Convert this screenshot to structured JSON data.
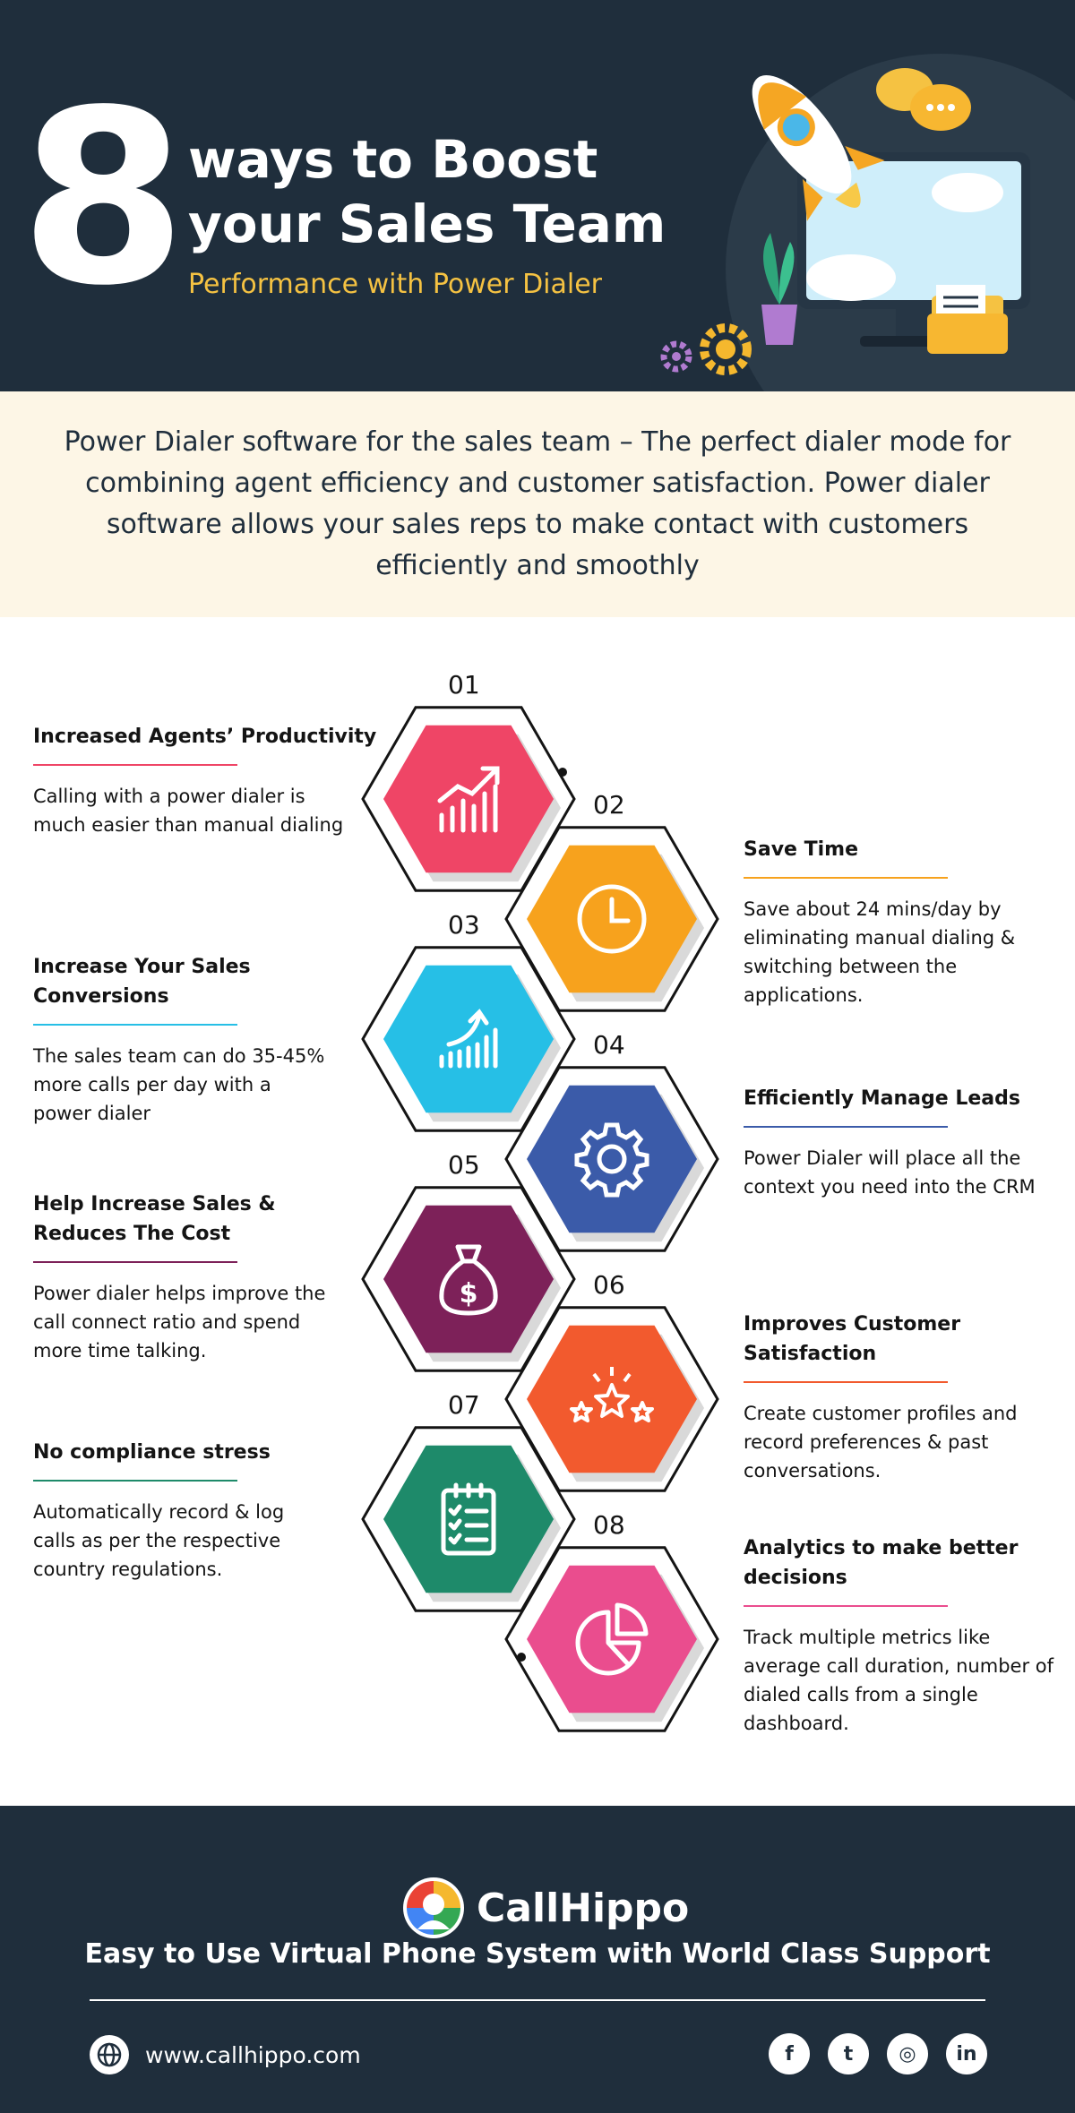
{
  "header": {
    "big_number": "8",
    "title_line1": "ways to Boost",
    "title_line2": "your Sales Team",
    "subtitle": "Performance with Power Dialer"
  },
  "intro": {
    "text": "Power Dialer software for the sales team – The perfect dialer mode for combining agent efficiency and customer satisfaction. Power dialer software allows your sales reps to make contact with customers efficiently and smoothly"
  },
  "steps": [
    {
      "num": "01",
      "title": "Increased Agents’ Productivity",
      "desc": "Calling with a power dialer is much easier than manual dialing",
      "color": "#ef4566",
      "icon": "chart-growth-icon"
    },
    {
      "num": "02",
      "title": "Save Time",
      "desc": "Save about 24 mins/day by eliminating manual dialing & switching between the applications.",
      "color": "#f7a21d",
      "icon": "clock-icon"
    },
    {
      "num": "03",
      "title": "Increase Your Sales Conversions",
      "desc": "The sales team can do 35-45% more calls per day with a power dialer",
      "color": "#26bfe6",
      "icon": "growth-bars-icon"
    },
    {
      "num": "04",
      "title": "Efficiently Manage Leads",
      "desc": "Power Dialer will place all the context you need into the CRM",
      "color": "#3b5ba9",
      "icon": "gear-icon"
    },
    {
      "num": "05",
      "title": "Help Increase Sales & Reduces The Cost",
      "desc": "Power dialer helps improve the call connect ratio and spend more time talking.",
      "color": "#7d2159",
      "icon": "money-bag-icon"
    },
    {
      "num": "06",
      "title": "Improves Customer Satisfaction",
      "desc": "Create customer profiles and record preferences & past conversations.",
      "color": "#f25a2e",
      "icon": "stars-icon"
    },
    {
      "num": "07",
      "title": "No compliance stress",
      "desc": "Automatically record & log calls as per the respective country regulations.",
      "color": "#1e8a6a",
      "icon": "checklist-icon"
    },
    {
      "num": "08",
      "title": "Analytics to make better decisions",
      "desc": "Track multiple metrics like average call duration, number of dialed calls from a single dashboard.",
      "color": "#ea4d8e",
      "icon": "pie-chart-icon"
    }
  ],
  "footer": {
    "logo_text": "CallHippo",
    "tagline": "Easy to Use Virtual Phone System with World Class Support",
    "website": "www.callhippo.com",
    "socials": [
      {
        "name": "facebook-icon",
        "glyph": "f"
      },
      {
        "name": "twitter-icon",
        "glyph": "t"
      },
      {
        "name": "instagram-icon",
        "glyph": "◎"
      },
      {
        "name": "linkedin-icon",
        "glyph": "in"
      }
    ]
  }
}
